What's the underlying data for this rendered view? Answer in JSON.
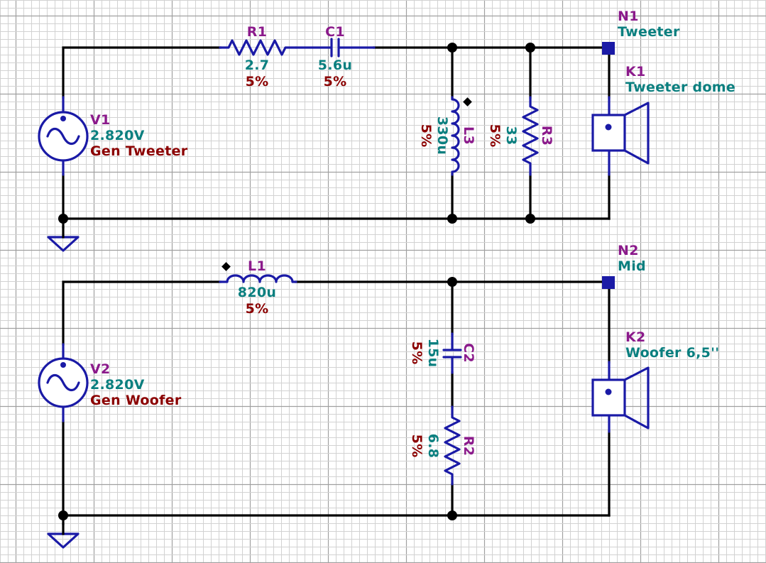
{
  "colors": {
    "wire": "#000000",
    "component": "#1a1aa6",
    "reference": "#8b1a8b",
    "value": "#0a7f7f",
    "tolerance": "#8b0000",
    "grid_minor": "#d2d2d2",
    "grid_major": "#a0a0a0",
    "background": "#ffffff"
  },
  "components": {
    "r1": {
      "ref": "R1",
      "value": "2.7",
      "tol": "5%"
    },
    "c1": {
      "ref": "C1",
      "value": "5.6u",
      "tol": "5%"
    },
    "l3": {
      "ref": "L3",
      "value": "330u",
      "tol": "5%"
    },
    "r3": {
      "ref": "R3",
      "value": "33",
      "tol": "5%"
    },
    "v1": {
      "ref": "V1",
      "value": "2.820V",
      "name": "Gen Tweeter"
    },
    "n1": {
      "ref": "N1",
      "name": "Tweeter"
    },
    "k1": {
      "ref": "K1",
      "name": "Tweeter dome"
    },
    "l1": {
      "ref": "L1",
      "value": "820u",
      "tol": "5%"
    },
    "c2": {
      "ref": "C2",
      "value": "15u",
      "tol": "5%"
    },
    "r2": {
      "ref": "R2",
      "value": "6.8",
      "tol": "5%"
    },
    "v2": {
      "ref": "V2",
      "value": "2.820V",
      "name": "Gen Woofer"
    },
    "n2": {
      "ref": "N2",
      "name": "Mid"
    },
    "k2": {
      "ref": "K2",
      "name": "Woofer 6,5''"
    }
  },
  "icons": [
    "ac-source-icon",
    "ground-icon",
    "resistor-icon",
    "capacitor-icon",
    "inductor-icon",
    "speaker-icon",
    "net-label-icon",
    "junction-dot-icon",
    "polarity-dot-icon"
  ]
}
